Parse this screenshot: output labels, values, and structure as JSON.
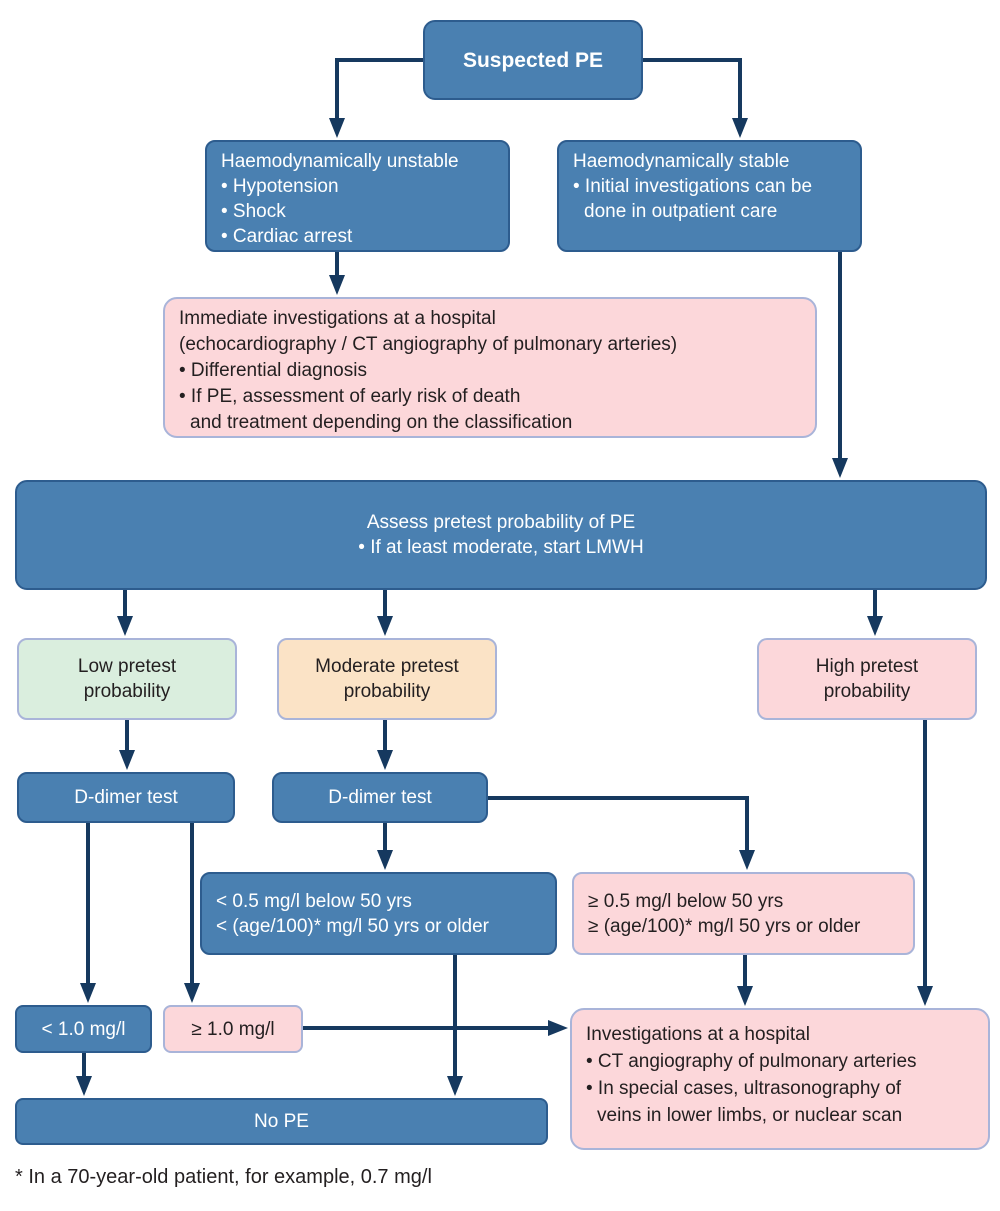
{
  "colors": {
    "blue-fill": "#4a80b1",
    "blue-border": "#2d5c8e",
    "pink-fill": "#fcd7da",
    "green-fill": "#daeede",
    "tan-fill": "#fbe3c6",
    "light-border": "#a9b4d9",
    "line": "#16395f",
    "text-dark": "#231f20",
    "text-light": "#ffffff"
  },
  "nodes": {
    "suspected": {
      "label": "Suspected PE"
    },
    "unstable": {
      "lines": [
        "Haemodynamically unstable",
        "• Hypotension",
        "• Shock",
        "• Cardiac arrest"
      ]
    },
    "stable": {
      "lines": [
        "Haemodynamically stable",
        "• Initial investigations can be",
        "done in outpatient care"
      ]
    },
    "immediate": {
      "lines": [
        "Immediate investigations at a hospital",
        "(echocardiography / CT angiography of pulmonary arteries)",
        "• Differential diagnosis",
        "• If PE, assessment of early risk of death",
        "and treatment depending on the classification"
      ]
    },
    "assess": {
      "lines": [
        "Assess pretest probability of PE",
        "• If at least moderate, start LMWH"
      ]
    },
    "low": {
      "lines": [
        "Low pretest",
        "probability"
      ]
    },
    "moderate": {
      "lines": [
        "Moderate pretest",
        "probability"
      ]
    },
    "high": {
      "lines": [
        "High pretest",
        "probability"
      ]
    },
    "ddimer_low": {
      "label": "D-dimer test"
    },
    "ddimer_moderate": {
      "label": "D-dimer test"
    },
    "cutoff_negative": {
      "lines": [
        "< 0.5 mg/l below 50 yrs",
        "< (age/100)* mg/l 50 yrs or older"
      ]
    },
    "cutoff_positive": {
      "lines": [
        "≥ 0.5 mg/l below 50 yrs",
        "≥ (age/100)* mg/l 50 yrs or older"
      ]
    },
    "lt_1": {
      "label": "< 1.0 mg/l"
    },
    "ge_1": {
      "label": "≥ 1.0 mg/l"
    },
    "investigations": {
      "lines": [
        "Investigations at a hospital",
        "• CT angiography of pulmonary arteries",
        "• In special cases, ultrasonography of",
        "veins in lower limbs, or nuclear scan"
      ]
    },
    "no_pe": {
      "label": "No PE"
    }
  },
  "footnote": "* In a 70-year-old patient, for example, 0.7 mg/l"
}
